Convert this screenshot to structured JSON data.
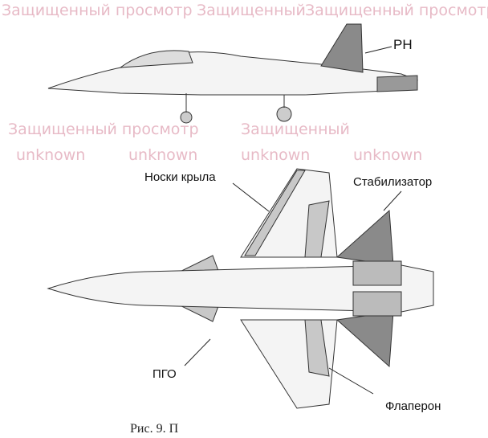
{
  "labels": {
    "rudder": "РН",
    "slats": "Носки крыла",
    "stabilizer": "Стабилизатор",
    "canard": "ПГО",
    "flaperon": "Флаперон"
  },
  "caption": "Рис. 9. П",
  "watermarks": {
    "protected": "Защищенный просмотр",
    "protected_short": "Защищенный",
    "unknown": "unknown"
  },
  "colors": {
    "watermark": "#e0a3b4",
    "shaded_surface": "#8a8a8a",
    "light_surface": "#c8c8c8"
  }
}
